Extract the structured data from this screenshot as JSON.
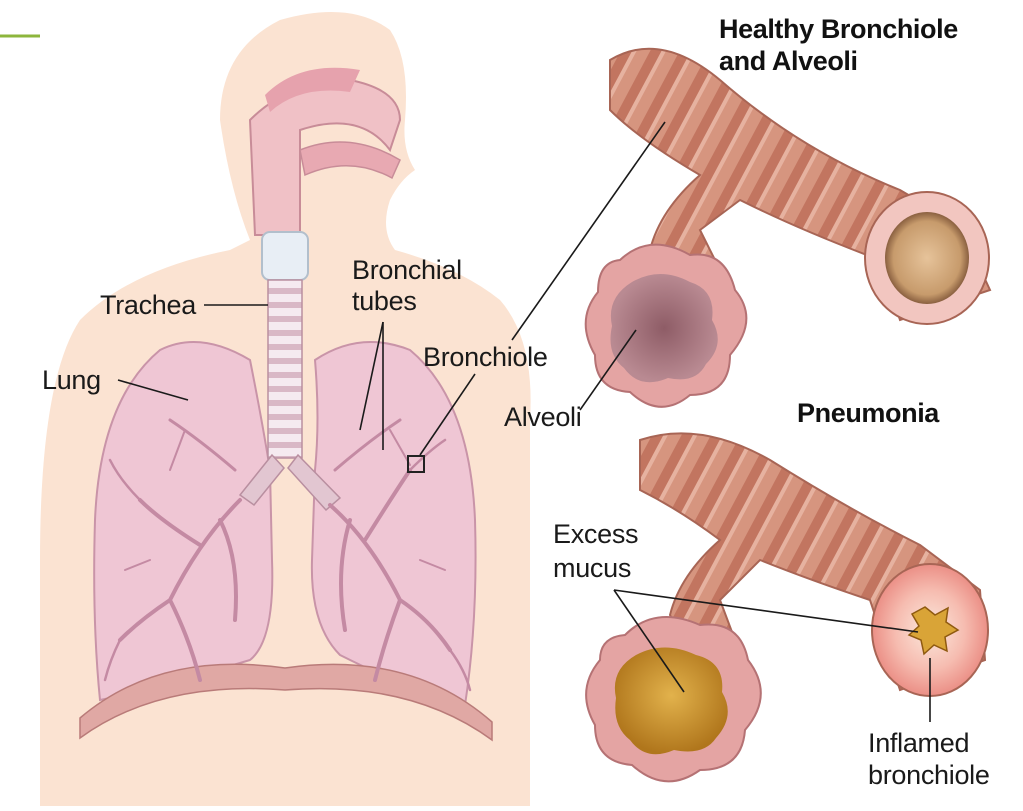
{
  "labels": {
    "healthy_title_line1": "Healthy Bronchiole",
    "healthy_title_line2": "and Alveoli",
    "pneumonia_title": "Pneumonia",
    "trachea": "Trachea",
    "lung": "Lung",
    "bronchial_line1": "Bronchial",
    "bronchial_line2": "tubes",
    "bronchiole": "Bronchiole",
    "alveoli": "Alveoli",
    "excess_line1": "Excess",
    "excess_line2": "mucus",
    "inflamed_line1": "Inflamed",
    "inflamed_line2": "bronchiole"
  },
  "colors": {
    "skin": "#fbe3d2",
    "lung": "#efc6d4",
    "airway": "#dcaeb8",
    "bronchiole_tube": "#d3907c",
    "mucus": "#c8902a",
    "inflamed": "#f4a7a0",
    "accent": "#8db63c"
  }
}
